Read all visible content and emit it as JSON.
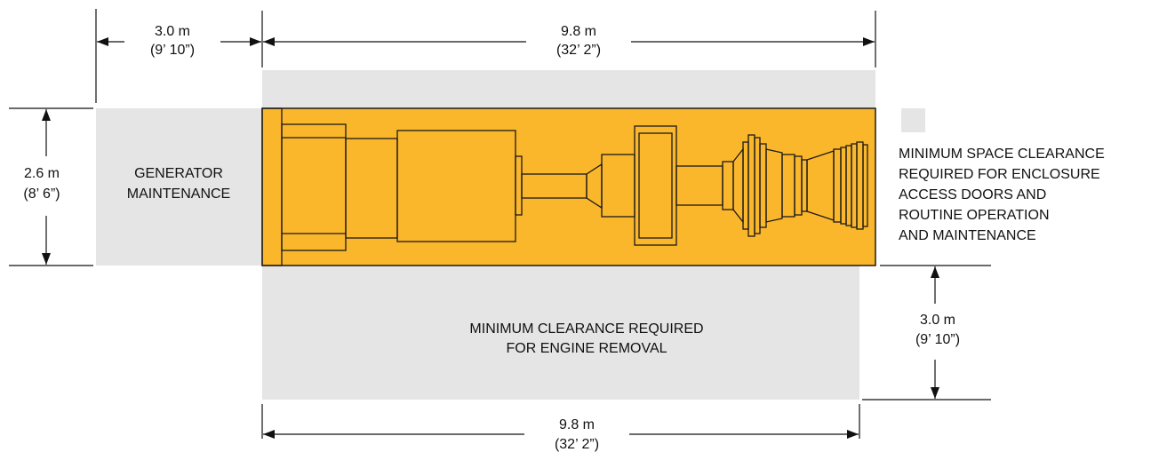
{
  "colors": {
    "clearance": "#e5e5e5",
    "equipment": "#fbb72b",
    "line": "#111111"
  },
  "dimensions": {
    "top_left": {
      "metric": "3.0 m",
      "imperial": "(9’ 10”)"
    },
    "top_right": {
      "metric": "9.8 m",
      "imperial": "(32’ 2”)"
    },
    "left_height": {
      "metric": "2.6 m",
      "imperial": "(8’ 6”)"
    },
    "right_side": {
      "metric": "3.0 m",
      "imperial": "(9’ 10”)"
    },
    "bottom": {
      "metric": "9.8 m",
      "imperial": "(32’ 2”)"
    }
  },
  "zones": {
    "generator": {
      "line1": "GENERATOR",
      "line2": "MAINTENANCE"
    },
    "engine_removal": {
      "line1": "MINIMUM CLEARANCE REQUIRED",
      "line2": "FOR ENGINE REMOVAL"
    }
  },
  "legend": {
    "lines": [
      "MINIMUM SPACE CLEARANCE",
      "REQUIRED FOR ENCLOSURE",
      "ACCESS DOORS AND",
      "ROUTINE OPERATION",
      "AND MAINTENANCE"
    ]
  }
}
